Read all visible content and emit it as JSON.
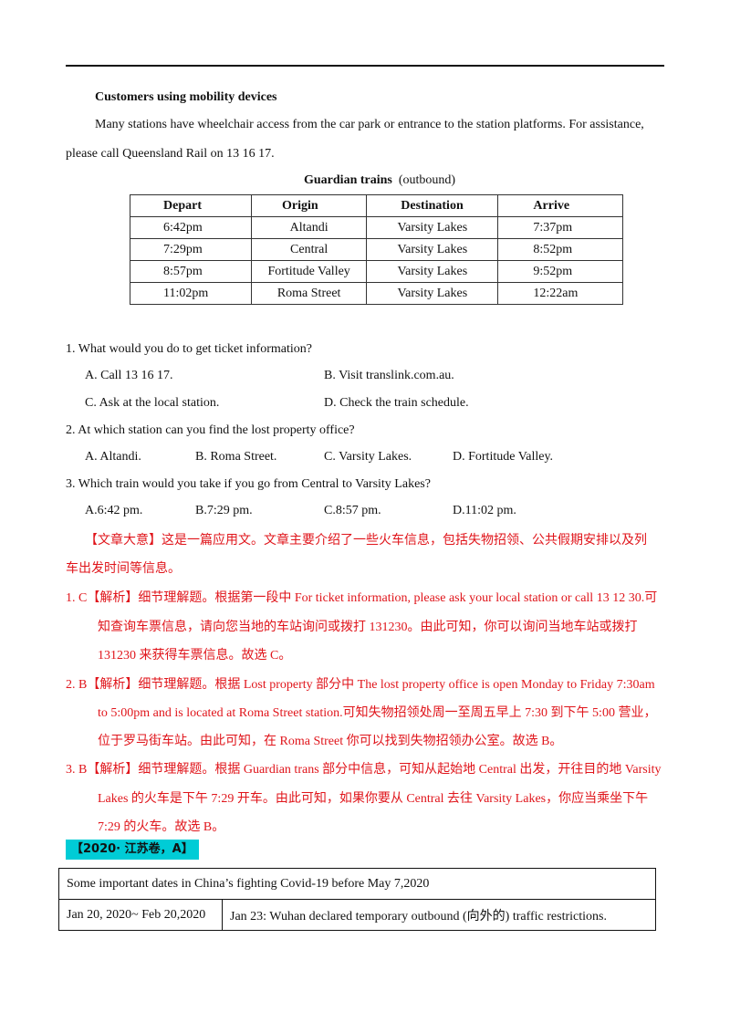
{
  "section_heading": "Customers using mobility devices",
  "paragraph_line1": "Many stations have wheelchair access from the car park or entrance to the station platforms. For assistance,",
  "paragraph_line2": "please call Queensland Rail on 13 16 17.",
  "table_title_bold": "Guardian trains",
  "table_title_suffix": "(outbound)",
  "trains_table": {
    "headers": [
      "Depart",
      "Origin",
      "Destination",
      "Arrive"
    ],
    "rows": [
      [
        "6:42pm",
        "Altandi",
        "Varsity Lakes",
        "7:37pm"
      ],
      [
        "7:29pm",
        "Central",
        "Varsity Lakes",
        "8:52pm"
      ],
      [
        "8:57pm",
        "Fortitude Valley",
        "Varsity Lakes",
        "9:52pm"
      ],
      [
        "11:02pm",
        "Roma Street",
        "Varsity Lakes",
        "12:22am"
      ]
    ]
  },
  "questions": [
    {
      "stem": "1. What would you do to get ticket information?",
      "options": [
        "A. Call 13 16 17.",
        "B. Visit translink.com.au.",
        "C. Ask at the local station.",
        "D. Check the train schedule."
      ]
    },
    {
      "stem": "2. At which station can you find the lost property office?",
      "options": [
        "A. Altandi.",
        "B. Roma Street.",
        "C. Varsity Lakes.",
        "D. Fortitude Valley."
      ]
    },
    {
      "stem": "3. Which train would you take if you go from Central to Varsity Lakes?",
      "options": [
        "A.6:42 pm.",
        "B.7:29 pm.",
        "C.8:57 pm.",
        "D.11:02 pm."
      ]
    }
  ],
  "summary": {
    "line1": "【文章大意】这是一篇应用文。文章主要介绍了一些火车信息，包括失物招领、公共假期安排以及列",
    "line2": "车出发时间等信息。"
  },
  "answers": [
    {
      "lines": [
        "1. C【解析】细节理解题。根据第一段中 For ticket information, please ask your local station or call 13 12 30.可",
        "知查询车票信息，请向您当地的车站询问或拨打 131230。由此可知，你可以询问当地车站或拨打",
        "131230 来获得车票信息。故选 C。"
      ]
    },
    {
      "lines": [
        "2. B【解析】细节理解题。根据 Lost property 部分中 The lost property office is open Monday to Friday 7:30am",
        "to 5:00pm and is located at Roma Street station.可知失物招领处周一至周五早上 7:30 到下午 5:00 营业，",
        "位于罗马街车站。由此可知，在 Roma Street 你可以找到失物招领办公室。故选 B。"
      ]
    },
    {
      "lines": [
        "3. B【解析】细节理解题。根据 Guardian trans 部分中信息，可知从起始地 Central 出发，开往目的地 Varsity",
        "Lakes 的火车是下午 7:29 开车。由此可知，如果你要从 Central 去往 Varsity Lakes，你应当乘坐下午",
        "7:29 的火车。故选 B。"
      ]
    }
  ],
  "source_tag": "【2020· 江苏卷，A】",
  "covid_table": {
    "title": "Some important dates in China’s fighting Covid-19 before May 7,2020",
    "row_date": "Jan 20, 2020~ Feb 20,2020",
    "row_event": "Jan 23: Wuhan declared temporary outbound (向外的) traffic restrictions."
  }
}
